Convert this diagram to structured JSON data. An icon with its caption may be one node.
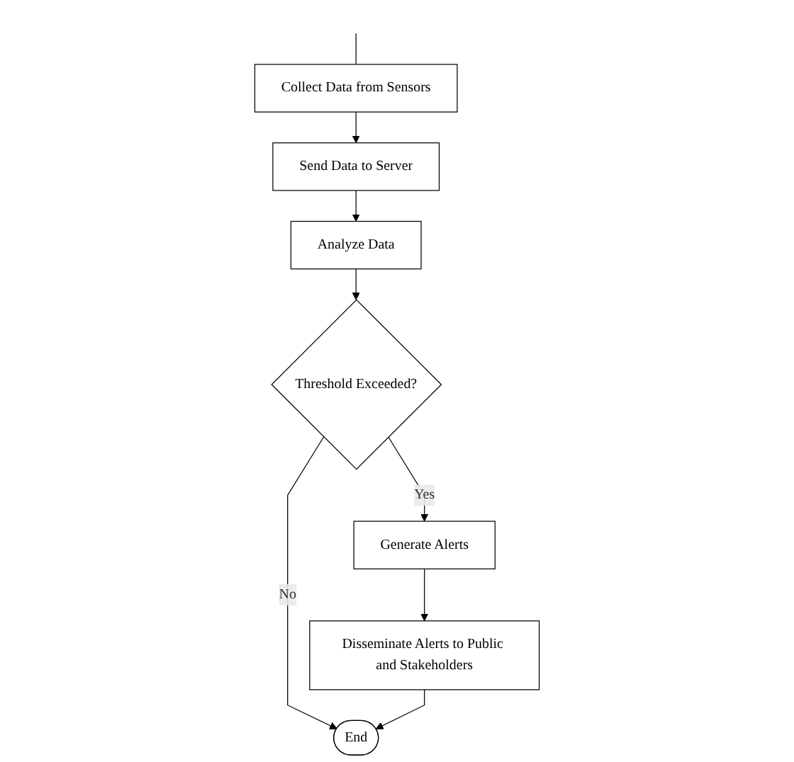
{
  "diagram": {
    "nodes": [
      {
        "text": [
          "Collect Data from Sensors"
        ]
      },
      {
        "text": [
          "Send Data to Server"
        ]
      },
      {
        "text": [
          "Analyze Data"
        ]
      },
      {
        "text": [
          "Threshold Exceeded?"
        ]
      },
      {
        "text": [
          "Generate Alerts"
        ]
      },
      {
        "text": [
          "Disseminate Alerts to Public and Stakeholders"
        ]
      },
      {
        "text": [
          "End"
        ]
      }
    ],
    "edges": [
      {
        "from": null,
        "to": 0,
        "arrow": "none"
      },
      {
        "from": 0,
        "to": 1,
        "arrow": "to"
      },
      {
        "from": 1,
        "to": 2,
        "arrow": "to"
      },
      {
        "from": 2,
        "to": 3,
        "arrow": "to"
      },
      {
        "from": 3,
        "to": 4,
        "label": "Yes",
        "arrow": "to"
      },
      {
        "from": 3,
        "to": 6,
        "label": "No",
        "arrow": "to"
      },
      {
        "from": 4,
        "to": 5,
        "arrow": "to"
      },
      {
        "from": 5,
        "to": 6,
        "arrow": "to"
      }
    ]
  }
}
